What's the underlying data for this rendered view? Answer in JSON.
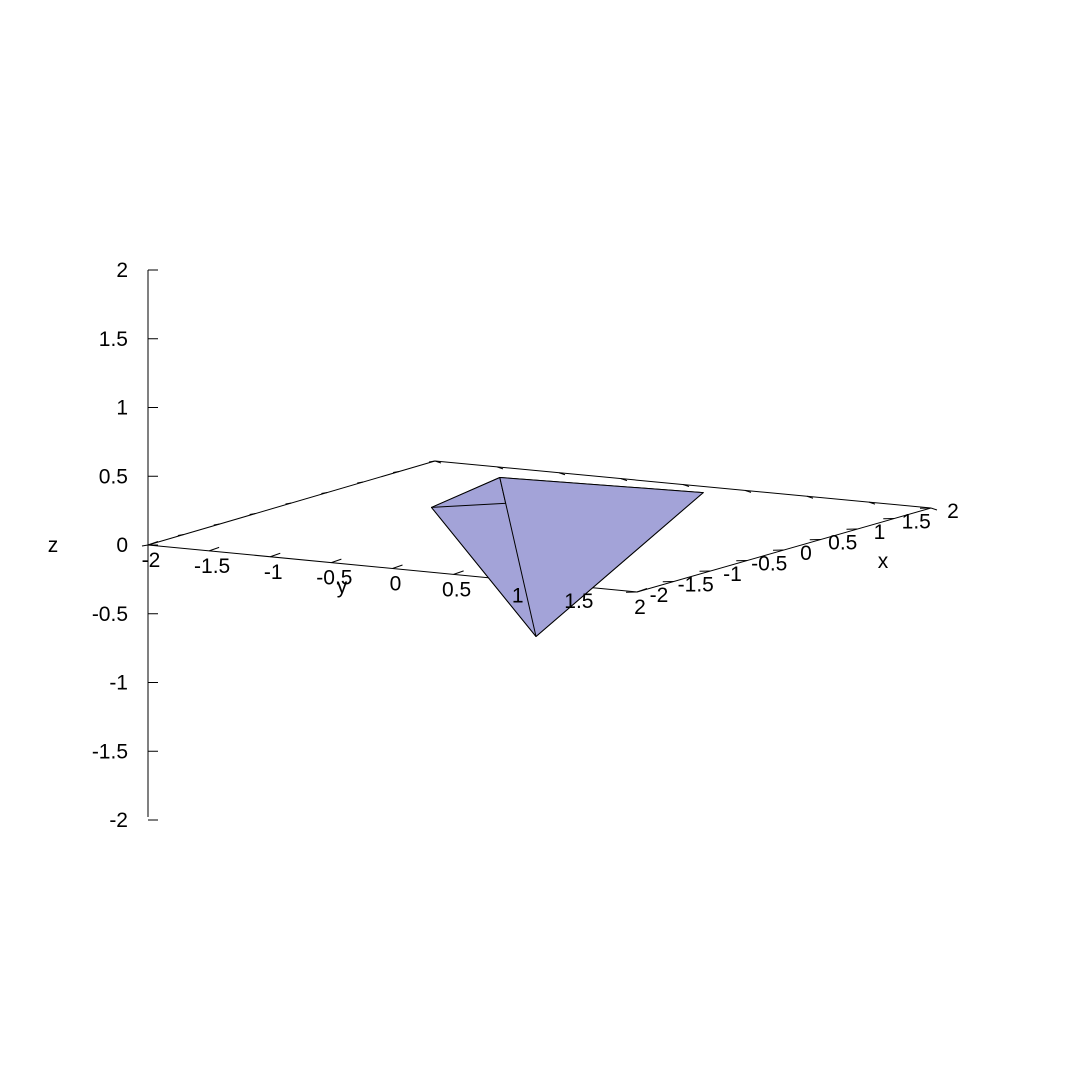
{
  "chart_data": {
    "type": "surface3d",
    "title": "",
    "xlabel": "x",
    "ylabel": "y",
    "zlabel": "z",
    "xlim": [
      -2,
      2
    ],
    "ylim": [
      -2,
      2
    ],
    "zlim": [
      -2,
      2
    ],
    "xticks": [
      "-2",
      "-1.5",
      "-1",
      "-0.5",
      "0",
      "0.5",
      "1",
      "1.5",
      "2"
    ],
    "yticks": [
      "-2",
      "-1.5",
      "-1",
      "-0.5",
      "0",
      "0.5",
      "1",
      "1.5",
      "2"
    ],
    "zticks": [
      "-2",
      "-1.5",
      "-1",
      "-0.5",
      "0",
      "0.5",
      "1",
      "1.5",
      "2"
    ],
    "grid": false,
    "legend": "none",
    "colors": {
      "face": "#a3a3d8",
      "edge": "#000000",
      "axis": "#000000"
    },
    "shape": {
      "name": "tetrahedron",
      "vertices": [
        [
          -0.86,
          -0.35,
          0.24
        ],
        [
          0.61,
          1.01,
          0.24
        ],
        [
          0.45,
          -0.56,
          0.24
        ],
        [
          0.0,
          0.0,
          -0.8
        ]
      ],
      "faces": [
        [
          0,
          1,
          3
        ],
        [
          1,
          2,
          3
        ],
        [
          2,
          0,
          3
        ],
        [
          0,
          1,
          2
        ]
      ]
    }
  }
}
